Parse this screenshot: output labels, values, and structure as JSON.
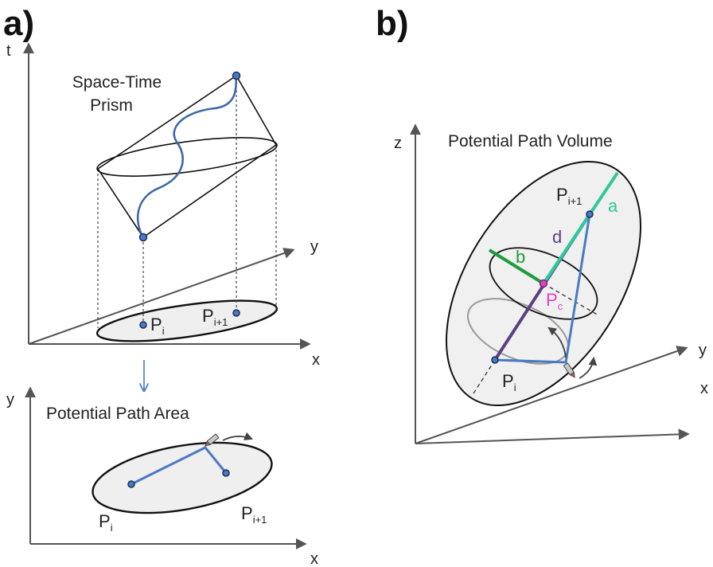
{
  "panel_a": {
    "label": "a)",
    "axes": {
      "t": "t",
      "y": "y",
      "x": "x"
    },
    "title_line1": "Space-Time",
    "title_line2": "Prism",
    "points": {
      "pi_main": "P",
      "pi_sub": "i",
      "pi1_main": "P",
      "pi1_sub": "i+1"
    }
  },
  "panel_a_bottom": {
    "axes": {
      "y": "y",
      "x": "x"
    },
    "title": "Potential Path Area",
    "points": {
      "pi_main": "P",
      "pi_sub": "i",
      "pi1_main": "P",
      "pi1_sub": "i+1"
    }
  },
  "panel_b": {
    "label": "b)",
    "axes": {
      "z": "z",
      "y": "y",
      "x": "x"
    },
    "title": "Potential Path Volume",
    "labels": {
      "a": "a",
      "b": "b",
      "d": "d"
    },
    "points": {
      "pi_main": "P",
      "pi_sub": "i",
      "pi1_main": "P",
      "pi1_sub": "i+1",
      "pc_main": "P",
      "pc_sub": "c"
    },
    "colors": {
      "a_axis": "#2ec99a",
      "b_axis": "#1f9a3a",
      "d_axis": "#5b3f82",
      "pc_point": "#e040c8",
      "path": "#4a7ac4"
    }
  }
}
